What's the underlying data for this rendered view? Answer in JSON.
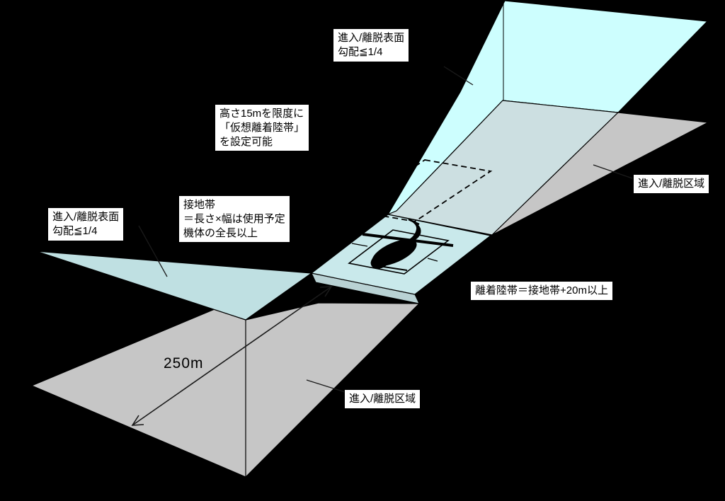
{
  "diagram": {
    "background_color": "#000000",
    "outline_color": "#000000",
    "colors": {
      "approach_surface_top": "#cdfefe",
      "extended_safety_band": "#ccdfe1",
      "landing_pad": "#c9e9eb",
      "approach_surface_left": "#bfe0e2",
      "approach_area_gray": "#c6c6c6",
      "pad_side_face": "#b9d2d4",
      "label_background": "#ffffff"
    },
    "labels": {
      "approach_surface_top": "進入/離脱表面\n勾配≦1/4",
      "virtual_zone_note": "高さ15mを限度に\n「仮想離着陸帯」\nを設定可能",
      "approach_area_right": "進入/離脱区域",
      "touchdown_zone_note": "接地帯\n＝長さ×幅は使用予定\n機体の全長以上",
      "approach_surface_left": "進入/離脱表面\n勾配≦1/4",
      "landing_zone_note": "離着陸帯＝接地帯+20m以上",
      "distance": "250m",
      "approach_area_bottom": "進入/離脱区域"
    }
  }
}
